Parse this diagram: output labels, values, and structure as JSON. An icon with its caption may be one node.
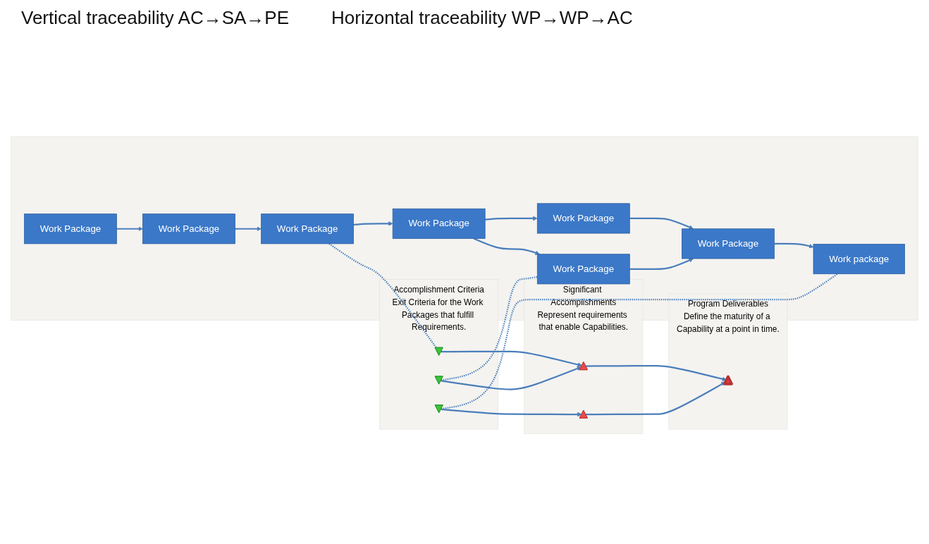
{
  "diagram": {
    "nodes": [
      {
        "text": [
          "Program Deliverables",
          "Define the maturity of a Capability at a point in time."
        ]
      },
      {
        "text": [],
        "shape": "arrow",
        "in": 0
      },
      {
        "text": [
          "Significant Accomplishments",
          "Represent requirements that enable Capabilities."
        ]
      },
      {
        "text": [],
        "shape": "triangle",
        "in": 2
      },
      {
        "text": [],
        "shape": "triangle",
        "in": 2
      },
      {
        "text": [
          "Accomplishment Criteria",
          "Exit Criteria for the Work Packages that fulfill Requirements."
        ]
      },
      {
        "text": [],
        "shape": "triangle",
        "in": 5
      },
      {
        "text": [],
        "shape": "triangle",
        "in": 5
      },
      {
        "text": [],
        "shape": "triangle",
        "in": 5
      },
      {
        "text": [],
        "shape": "box"
      },
      {
        "text": [
          "Work Package"
        ],
        "in": 9
      },
      {
        "text": [
          "Work Package"
        ],
        "in": 9
      },
      {
        "text": [
          "Work Package"
        ],
        "in": 9
      },
      {
        "text": [
          "Work Package"
        ],
        "in": 9
      },
      {
        "text": [
          "Work Package"
        ],
        "in": 9
      },
      {
        "text": [
          "Work Package"
        ],
        "in": 9
      },
      {
        "text": [
          "Work Package"
        ],
        "in": 9
      },
      {
        "text": [
          "Work package"
        ],
        "in": 9
      }
    ],
    "edges": [
      {
        "from": 10,
        "to": 11,
        "arrow": "to"
      },
      {
        "from": 11,
        "to": 12,
        "arrow": "to"
      },
      {
        "from": 12,
        "to": 13,
        "arrow": "to"
      },
      {
        "from": 13,
        "to": 15,
        "arrow": "to"
      },
      {
        "from": 13,
        "to": 14,
        "arrow": "to"
      },
      {
        "from": 14,
        "to": 16,
        "arrow": "to"
      },
      {
        "from": 15,
        "to": 16,
        "arrow": "to"
      },
      {
        "from": 16,
        "to": 17,
        "arrow": "to"
      },
      {
        "from": 12,
        "to": 6,
        "arrow": "none",
        "style": "dashed"
      },
      {
        "from": 7,
        "to": 14,
        "arrow": "none",
        "style": "dashed"
      },
      {
        "from": 8,
        "to": 17,
        "arrow": "none",
        "style": "dashed"
      },
      {
        "from": 6,
        "to": 3,
        "arrow": "to"
      },
      {
        "from": 7,
        "to": 3,
        "arrow": "to"
      },
      {
        "from": 3,
        "to": 1,
        "arrow": "to"
      },
      {
        "from": 8,
        "to": 4,
        "arrow": "to"
      },
      {
        "from": 4,
        "to": 1,
        "arrow": "to"
      }
    ],
    "labels": [
      "Vertical traceability AC→SA→PE",
      "Horizontal traceability WP→WP→AC"
    ]
  }
}
